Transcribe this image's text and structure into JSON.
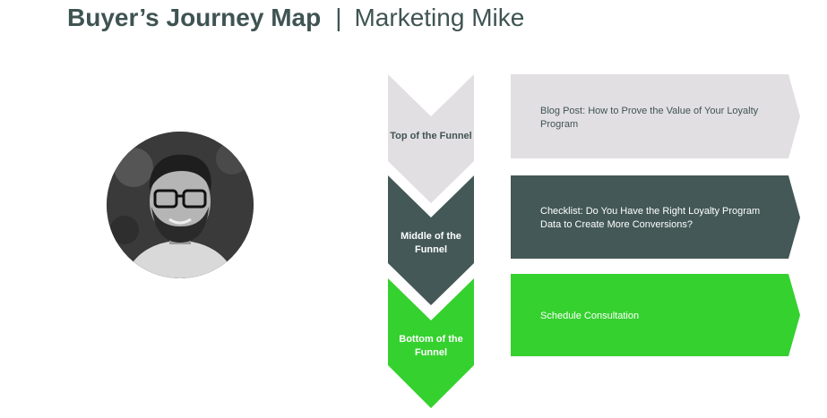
{
  "header": {
    "title": "Buyer’s Journey Map",
    "separator": "|",
    "persona": "Marketing Mike"
  },
  "avatar": {
    "icon": "person-photo",
    "description_name": "persona-avatar"
  },
  "stages": [
    {
      "label": "Top of the Funnel",
      "content": "Blog Post: How to Prove the Value of Your Loyalty Program",
      "stage_color": "#e2dfe3",
      "text_color": "#3f5452"
    },
    {
      "label": "Middle of the Funnel",
      "content": "Checklist: Do You Have the Right Loyalty Program Data to Create More Conversions?",
      "stage_color": "#435857",
      "text_color": "#ffffff"
    },
    {
      "label": "Bottom of the Funnel",
      "content": "Schedule Consultation",
      "stage_color": "#35d12f",
      "text_color": "#ffffff"
    }
  ]
}
